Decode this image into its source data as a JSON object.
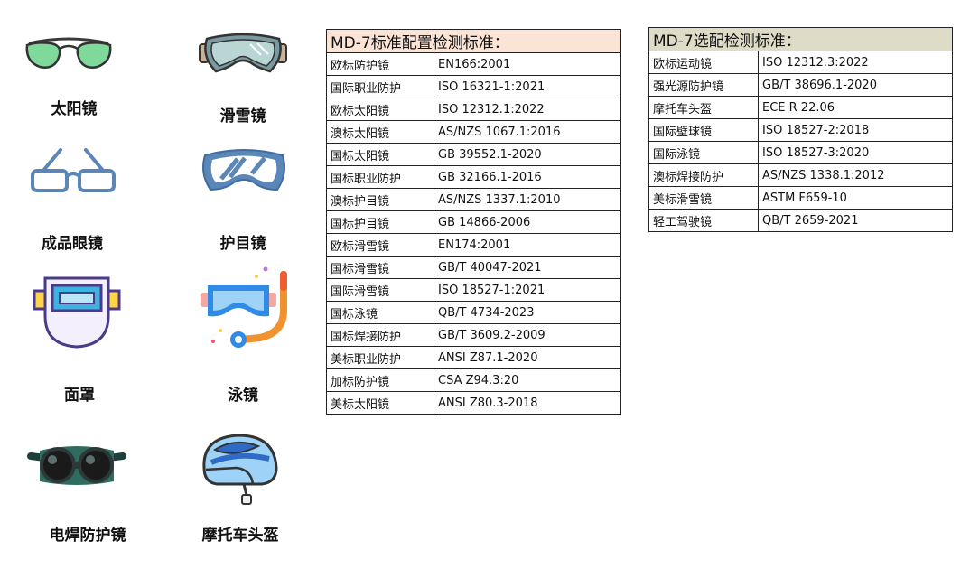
{
  "icons": [
    {
      "label": "太阳镜",
      "icon": "sunglasses-icon"
    },
    {
      "label": "滑雪镜",
      "icon": "ski-goggles-icon"
    },
    {
      "label": "成品眼镜",
      "icon": "eyeglasses-icon"
    },
    {
      "label": "护目镜",
      "icon": "safety-goggles-icon"
    },
    {
      "label": "面罩",
      "icon": "face-shield-icon"
    },
    {
      "label": "泳镜",
      "icon": "swim-goggles-icon"
    },
    {
      "label": "电焊防护镜",
      "icon": "welding-goggles-icon"
    },
    {
      "label": "摩托车头盔",
      "icon": "motorcycle-helmet-icon"
    }
  ],
  "standard_table": {
    "title": "MD-7标准配置检测标准：",
    "header_color": "#fbe4d5",
    "rows": [
      [
        "欧标防护镜",
        "EN166:2001"
      ],
      [
        "国际职业防护",
        "ISO 16321-1:2021"
      ],
      [
        "欧标太阳镜",
        "ISO 12312.1:2022"
      ],
      [
        "澳标太阳镜",
        "AS/NZS 1067.1:2016"
      ],
      [
        "国标太阳镜",
        "GB 39552.1-2020"
      ],
      [
        "国标职业防护",
        "GB 32166.1-2016"
      ],
      [
        "澳标护目镜",
        "AS/NZS 1337.1:2010"
      ],
      [
        "国标护目镜",
        "GB 14866-2006"
      ],
      [
        "欧标滑雪镜",
        "EN174:2001"
      ],
      [
        "国标滑雪镜",
        "GB/T 40047-2021"
      ],
      [
        "国际滑雪镜",
        "ISO 18527-1:2021"
      ],
      [
        "国标泳镜",
        "QB/T 4734-2023"
      ],
      [
        "国标焊接防护",
        "GB/T 3609.2-2009"
      ],
      [
        "美标职业防护",
        "ANSI Z87.1-2020"
      ],
      [
        "加标防护镜",
        "CSA Z94.3:20"
      ],
      [
        "美标太阳镜",
        "ANSI Z80.3-2018"
      ]
    ]
  },
  "optional_table": {
    "title": "MD-7选配检测标准：",
    "header_color": "#dedbc7",
    "rows": [
      [
        "欧标运动镜",
        "ISO 12312.3:2022"
      ],
      [
        "强光源防护镜",
        "GB/T 38696.1-2020"
      ],
      [
        "摩托车头盔",
        "ECE R 22.06"
      ],
      [
        "国际壁球镜",
        "ISO 18527-2:2018"
      ],
      [
        "国际泳镜",
        "ISO 18527-3:2020"
      ],
      [
        "澳标焊接防护",
        "AS/NZS 1338.1:2012"
      ],
      [
        "美标滑雪镜",
        "ASTM F659-10"
      ],
      [
        "轻工驾驶镜",
        "QB/T 2659-2021"
      ]
    ]
  }
}
